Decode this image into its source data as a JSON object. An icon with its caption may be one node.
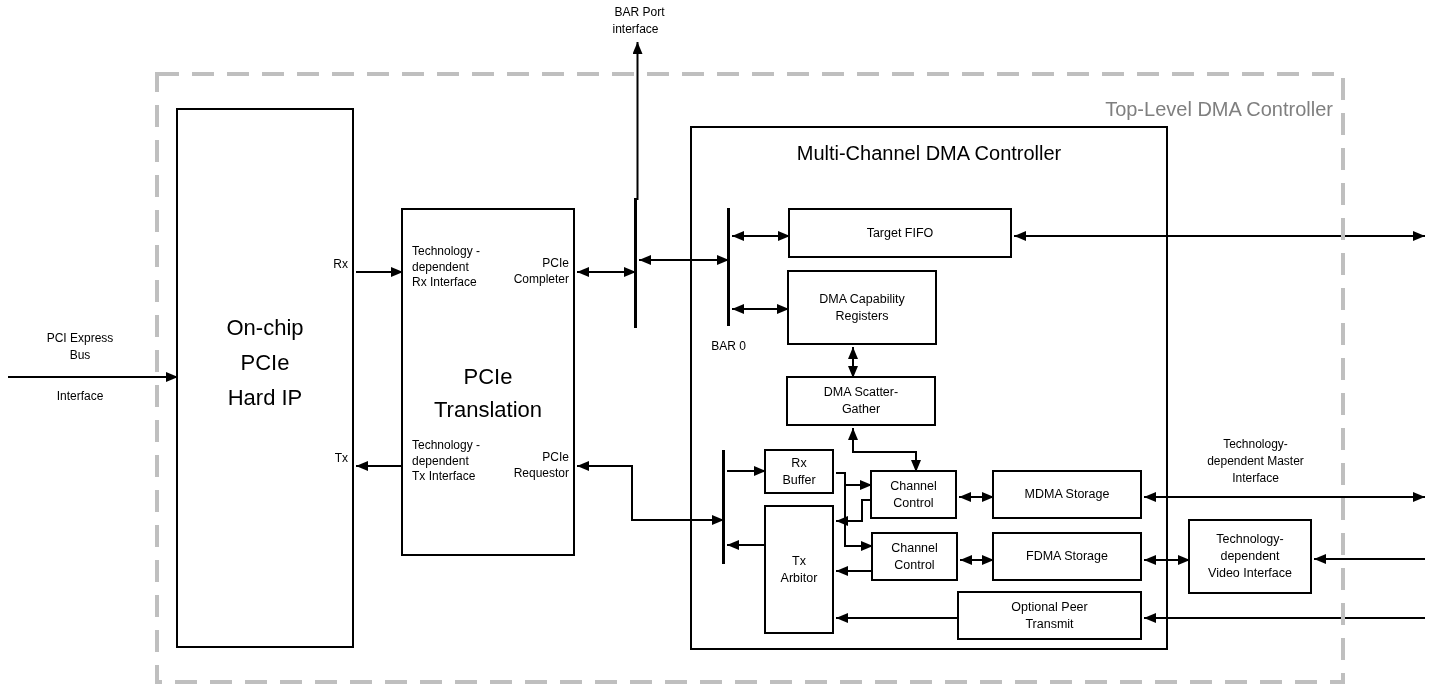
{
  "diagram": {
    "nodes": [
      {
        "text": [
          "Top-Level DMA Controller"
        ]
      },
      {
        "text": [
          "Rx",
          "On-chip PCIe Hard IP",
          "Tx"
        ],
        "in": 0
      },
      {
        "text": [
          "Technology -dependent Rx Interface",
          "PCIe Completer",
          "PCIe Translation",
          "Technology -dependent Tx Interface",
          "PCIe Requestor"
        ],
        "in": 0
      },
      {
        "text": [
          "Multi-Channel DMA Controller"
        ],
        "in": 0
      },
      {
        "text": [],
        "shape": "bar",
        "beside": [
          "BAR 0"
        ],
        "in": 3
      },
      {
        "text": [
          "Target FIFO"
        ],
        "in": 3
      },
      {
        "text": [
          "DMA Capability Registers"
        ],
        "in": 3
      },
      {
        "text": [
          "DMA Scatter-Gather"
        ],
        "in": 3
      },
      {
        "text": [],
        "shape": "bar",
        "in": 3
      },
      {
        "text": [
          "Rx Buffer"
        ],
        "in": 3
      },
      {
        "text": [
          "Tx Arbitor"
        ],
        "in": 3
      },
      {
        "text": [
          "Channel Control"
        ],
        "in": 3
      },
      {
        "text": [
          "MDMA Storage"
        ],
        "in": 3
      },
      {
        "text": [
          "Channel Control"
        ],
        "in": 3
      },
      {
        "text": [
          "FDMA Storage"
        ],
        "in": 3
      },
      {
        "text": [
          "Optional Peer Transmit"
        ],
        "in": 3
      },
      {
        "text": [
          "Technology-dependent Video Interface"
        ],
        "in": 0
      },
      {
        "text": [],
        "shape": "bar",
        "in": 0
      },
      {
        "text": [
          "BAR Port interface"
        ]
      }
    ],
    "edges": [
      {
        "from": null,
        "to": 1,
        "arrow": "to"
      },
      {
        "from": 1,
        "to": 2,
        "arrow": "to"
      },
      {
        "from": 2,
        "to": 1,
        "arrow": "to"
      },
      {
        "from": 2,
        "to": 17,
        "arrow": "both"
      },
      {
        "from": 17,
        "to": 4,
        "arrow": "both"
      },
      {
        "from": 17,
        "to": 18,
        "arrow": "to"
      },
      {
        "from": 4,
        "to": 5,
        "arrow": "both"
      },
      {
        "from": 4,
        "to": 6,
        "arrow": "both"
      },
      {
        "from": 6,
        "to": 7,
        "arrow": "both"
      },
      {
        "from": 7,
        "to": 11,
        "arrow": "both"
      },
      {
        "from": 2,
        "to": 8,
        "arrow": "both"
      },
      {
        "from": 8,
        "to": 9,
        "arrow": "to"
      },
      {
        "from": 10,
        "to": 8,
        "arrow": "to"
      },
      {
        "from": 9,
        "to": 11,
        "arrow": "to"
      },
      {
        "from": 9,
        "to": 13,
        "arrow": "to"
      },
      {
        "from": 11,
        "to": 10,
        "arrow": "to"
      },
      {
        "from": 13,
        "to": 10,
        "arrow": "to"
      },
      {
        "from": 11,
        "to": 12,
        "arrow": "both"
      },
      {
        "from": 13,
        "to": 14,
        "arrow": "both"
      },
      {
        "from": 15,
        "to": 10,
        "arrow": "to"
      },
      {
        "from": 5,
        "to": null,
        "arrow": "both"
      },
      {
        "from": 12,
        "to": null,
        "arrow": "both",
        "label": "Technology-dependent Master Interface"
      },
      {
        "from": 14,
        "to": 16,
        "arrow": "both"
      },
      {
        "from": null,
        "to": 16,
        "arrow": "to"
      },
      {
        "from": null,
        "to": 15,
        "arrow": "to"
      }
    ],
    "labels": [
      "PCI Express Bus",
      "Interface"
    ]
  }
}
